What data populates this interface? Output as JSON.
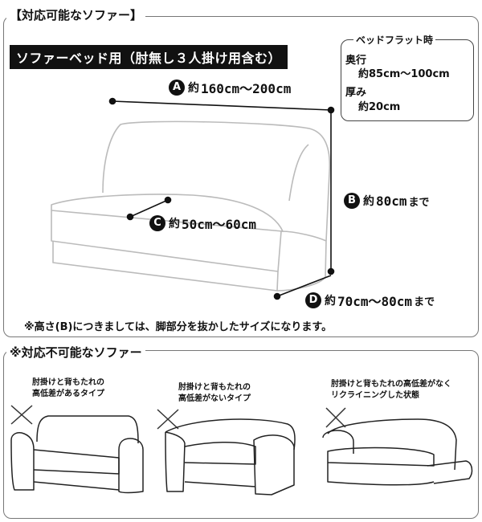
{
  "compatible": {
    "title": "【対応可能なソファー】",
    "banner": "ソファーベッド用（肘無し３人掛け用含む）",
    "flat": {
      "title": "ベッドフラット時",
      "depth_label": "奥行",
      "depth_value": "約85cm～100cm",
      "thickness_label": "厚み",
      "thickness_value": "約20cm"
    },
    "dims": {
      "a": {
        "badge": "A",
        "prefix": "約",
        "value": "160cm～200cm",
        "suffix": ""
      },
      "b": {
        "badge": "B",
        "prefix": "約",
        "value": "80cm",
        "suffix": "まで"
      },
      "c": {
        "badge": "C",
        "prefix": "約",
        "value": "50cm～60cm",
        "suffix": ""
      },
      "d": {
        "badge": "D",
        "prefix": "約",
        "value": "70cm～80cm",
        "suffix": "まで"
      }
    },
    "note": "※高さ(B)につきましては、脚部分を抜かしたサイズになります。"
  },
  "incompatible": {
    "title": "※対応不可能なソファー",
    "items": [
      {
        "line1": "肘掛けと背もたれの",
        "line2": "高低差があるタイプ"
      },
      {
        "line1": "肘掛けと背もたれの",
        "line2": "高低差がないタイプ"
      },
      {
        "line1": "肘掛けと背もたれの高低差がなく",
        "line2": "リクライニングした状態"
      }
    ]
  }
}
